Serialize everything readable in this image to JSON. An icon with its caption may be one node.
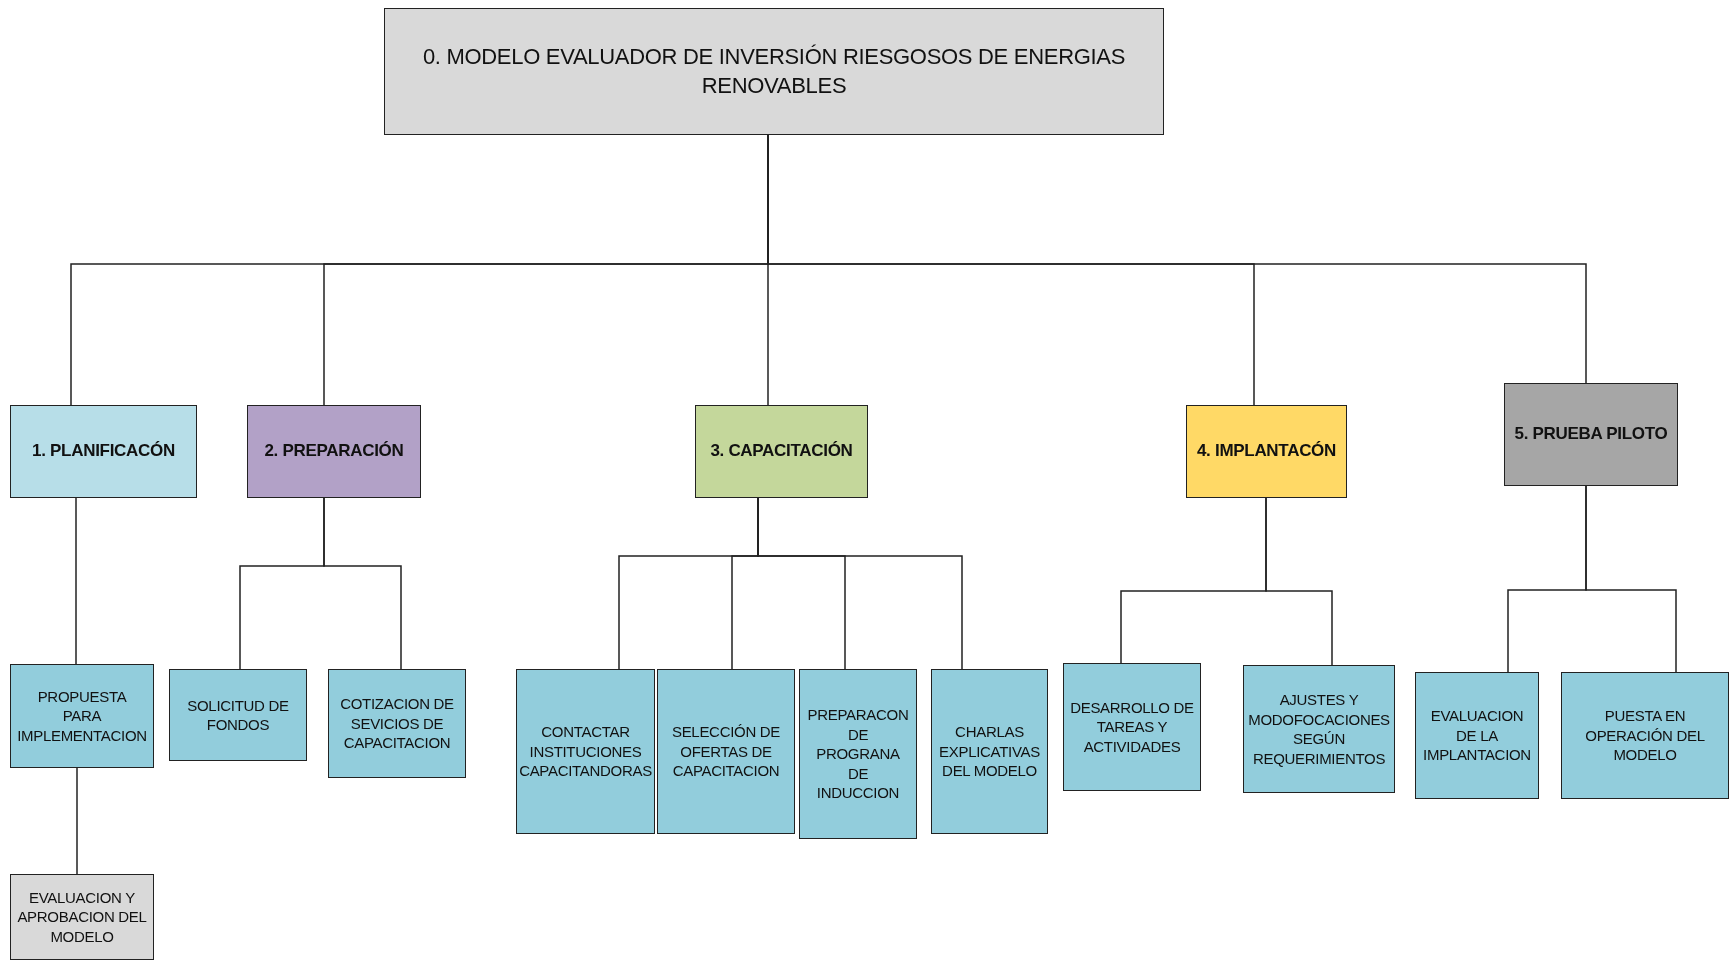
{
  "diagram": {
    "nodes": [
      {
        "text": [
          "0. MODELO EVALUADOR DE INVERSIÓN RIESGOSOS DE ENERGIAS RENOVABLES"
        ]
      },
      {
        "text": [
          "1. PLANIFICACÓN"
        ]
      },
      {
        "text": [
          "2. PREPARACIÓN"
        ]
      },
      {
        "text": [
          "3. CAPACITACIÓN"
        ]
      },
      {
        "text": [
          "4. IMPLANTACÓN"
        ]
      },
      {
        "text": [
          "5. PRUEBA PILOTO"
        ]
      },
      {
        "text": [
          "PROPUESTA PARA IMPLEMENTACION"
        ]
      },
      {
        "text": [
          "EVALUACION Y APROBACION DEL MODELO"
        ]
      },
      {
        "text": [
          "SOLICITUD DE FONDOS"
        ]
      },
      {
        "text": [
          "COTIZACION DE SEVICIOS DE CAPACITACION"
        ]
      },
      {
        "text": [
          "CONTACTAR INSTITUCIONES CAPACITANDORAS"
        ]
      },
      {
        "text": [
          "SELECCIÓN DE OFERTAS DE CAPACITACION"
        ]
      },
      {
        "text": [
          "PREPARACON DE PROGRANA DE INDUCCION"
        ]
      },
      {
        "text": [
          "CHARLAS EXPLICATIVAS DEL MODELO"
        ]
      },
      {
        "text": [
          "DESARROLLO DE TAREAS Y ACTIVIDADES"
        ]
      },
      {
        "text": [
          "AJUSTES Y MODOFOCACIONES SEGÚN REQUERIMIENTOS"
        ]
      },
      {
        "text": [
          "EVALUACION DE LA IMPLANTACION"
        ]
      },
      {
        "text": [
          "PUESTA EN OPERACIÓN DEL MODELO"
        ]
      }
    ],
    "edges": [
      {
        "from": 0,
        "to": 1,
        "arrow": "none"
      },
      {
        "from": 0,
        "to": 2,
        "arrow": "none"
      },
      {
        "from": 0,
        "to": 3,
        "arrow": "none"
      },
      {
        "from": 0,
        "to": 4,
        "arrow": "none"
      },
      {
        "from": 0,
        "to": 5,
        "arrow": "none"
      },
      {
        "from": 1,
        "to": 6,
        "arrow": "none"
      },
      {
        "from": 6,
        "to": 7,
        "arrow": "none"
      },
      {
        "from": 2,
        "to": 8,
        "arrow": "none"
      },
      {
        "from": 2,
        "to": 9,
        "arrow": "none"
      },
      {
        "from": 3,
        "to": 10,
        "arrow": "none"
      },
      {
        "from": 3,
        "to": 11,
        "arrow": "none"
      },
      {
        "from": 3,
        "to": 12,
        "arrow": "none"
      },
      {
        "from": 3,
        "to": 13,
        "arrow": "none"
      },
      {
        "from": 4,
        "to": 14,
        "arrow": "none"
      },
      {
        "from": 4,
        "to": 15,
        "arrow": "none"
      },
      {
        "from": 5,
        "to": 16,
        "arrow": "none"
      },
      {
        "from": 5,
        "to": 17,
        "arrow": "none"
      }
    ]
  }
}
